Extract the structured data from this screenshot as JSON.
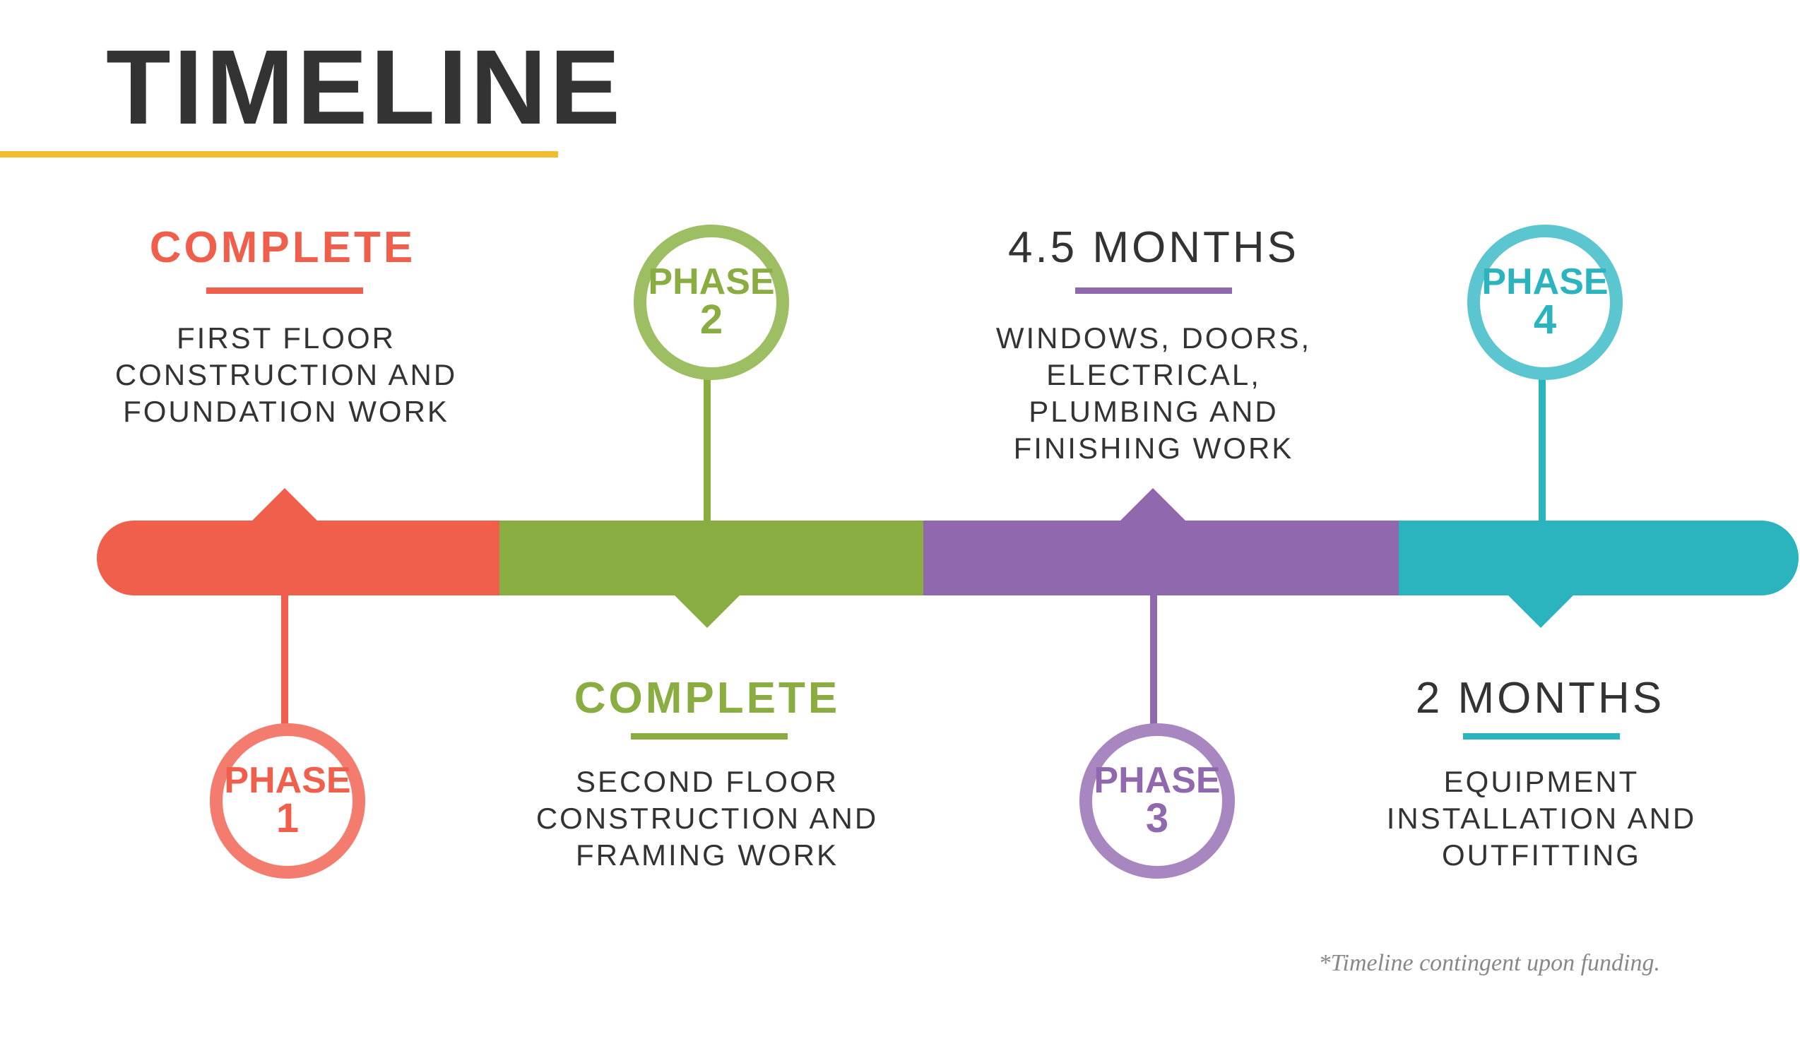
{
  "title": "TIMELINE",
  "footnote": "*Timeline contingent upon funding.",
  "colors": {
    "title_text": "#333333",
    "title_rule": "#F2BC2F",
    "phase1_bar": "#F05E4C",
    "phase1_circle": "#F47C6E",
    "phase2_bar": "#89AD40",
    "phase2_circle": "#9DBE63",
    "phase3_bar": "#9068AD",
    "phase3_circle": "#A886C0",
    "phase4_bar": "#2BB3BE",
    "phase4_circle": "#5BC6CF"
  },
  "phases": [
    {
      "phase_label": "PHASE",
      "phase_number": "1",
      "status": "COMPLETE",
      "description": [
        "FIRST FLOOR",
        "CONSTRUCTION AND",
        "FOUNDATION WORK"
      ]
    },
    {
      "phase_label": "PHASE",
      "phase_number": "2",
      "status": "COMPLETE",
      "description": [
        "SECOND FLOOR",
        "CONSTRUCTION AND",
        "FRAMING WORK"
      ]
    },
    {
      "phase_label": "PHASE",
      "phase_number": "3",
      "status": "4.5 MONTHS",
      "description": [
        "WINDOWS, DOORS,",
        "ELECTRICAL,",
        "PLUMBING AND",
        "FINISHING WORK"
      ]
    },
    {
      "phase_label": "PHASE",
      "phase_number": "4",
      "status": "2 MONTHS",
      "description": [
        "EQUIPMENT",
        "INSTALLATION AND",
        "OUTFITTING"
      ]
    }
  ]
}
